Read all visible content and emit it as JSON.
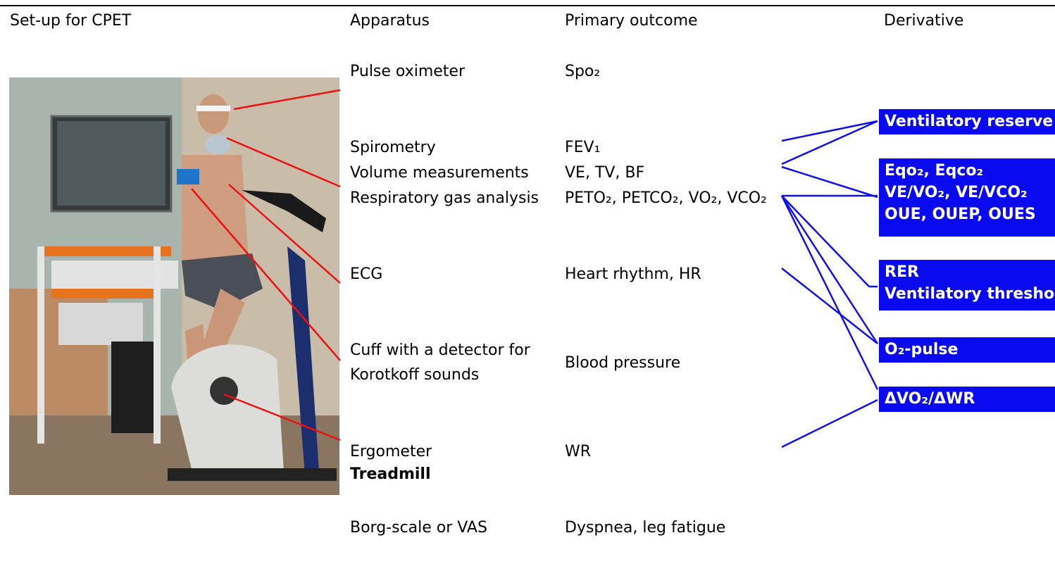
{
  "headers": {
    "setup": "Set-up for CPET",
    "apparatus": "Apparatus",
    "primary": "Primary outcome",
    "derivative": "Derivative"
  },
  "apparatus": {
    "pulse_oximeter": "Pulse oximeter",
    "spirometry": "Spirometry",
    "volume": "Volume measurements",
    "gas": "Respiratory gas analysis",
    "ecg": "ECG",
    "cuff_line1": "Cuff with a detector for",
    "cuff_line2": "Korotkoff sounds",
    "ergometer": "Ergometer",
    "treadmill": "Treadmill",
    "borg": "Borg-scale or VAS"
  },
  "primary": {
    "spo2": "Spo₂",
    "fev1": "FEV₁",
    "ve_tv_bf": "VE, TV, BF",
    "gas": "PETO₂, PETCO₂, VO₂, VCO₂",
    "heart": "Heart rhythm, HR",
    "bp": "Blood pressure",
    "wr": "WR",
    "dyspnea": "Dyspnea, leg fatigue"
  },
  "derivative": {
    "vent_reserve": "Ventilatory reserve",
    "eq_line1": "Eqo₂, Eqco₂",
    "eq_line2": "VE/VO₂, VE/VCO₂",
    "eq_line3": "OUE, OUEP, OUES",
    "rer": "RER",
    "vt": "Ventilatory threshold",
    "o2pulse": "O₂-pulse",
    "dvo2": "ΔVO₂/ΔWR"
  },
  "colors": {
    "derivative_box": "#0a0af0",
    "derivative_lines": "#1010e8",
    "photo_lines": "#ee1111"
  }
}
